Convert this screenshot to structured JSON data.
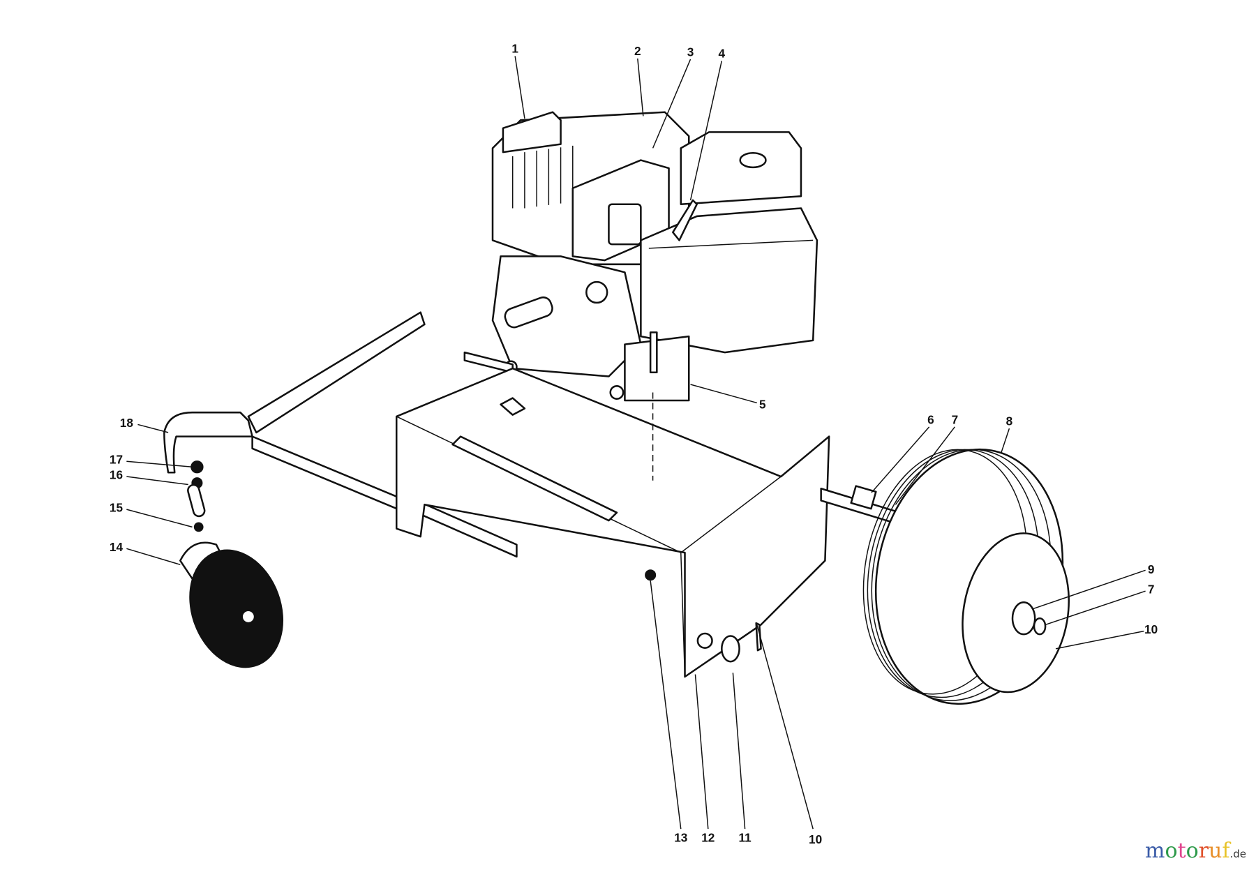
{
  "diagram": {
    "callouts": [
      "1",
      "2",
      "3",
      "4",
      "5",
      "6",
      "7",
      "8",
      "9",
      "7",
      "10",
      "10",
      "11",
      "12",
      "13",
      "14",
      "15",
      "16",
      "17",
      "18"
    ]
  },
  "watermark": {
    "letters": [
      "m",
      "o",
      "t",
      "o",
      "r",
      "u",
      "f"
    ],
    "colors": [
      "#3b5ca8",
      "#2e9a4a",
      "#e0458e",
      "#2e9a4a",
      "#e0502a",
      "#e8902a",
      "#e8c42a"
    ],
    "suffix": ".de"
  }
}
